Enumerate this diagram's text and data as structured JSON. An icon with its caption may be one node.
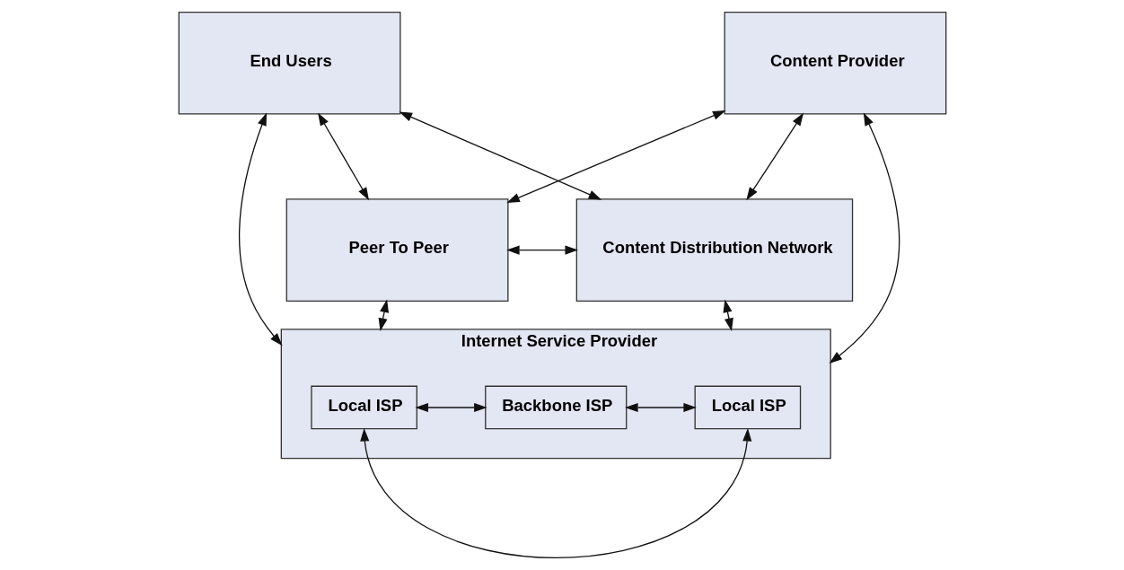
{
  "diagram": {
    "nodes": [
      {
        "text": [
          "End Users"
        ]
      },
      {
        "text": [
          "Content Provider"
        ]
      },
      {
        "text": [
          "Peer To Peer"
        ]
      },
      {
        "text": [
          "Content Distribution Network"
        ]
      },
      {
        "text": [
          "Internet Service Provider"
        ]
      },
      {
        "text": [
          "Local ISP"
        ],
        "in": 4
      },
      {
        "text": [
          "Backbone ISP"
        ],
        "in": 4
      },
      {
        "text": [
          "Local ISP"
        ],
        "in": 4
      }
    ],
    "edges": [
      {
        "from": 0,
        "to": 2,
        "arrow": "both"
      },
      {
        "from": 0,
        "to": 3,
        "arrow": "both"
      },
      {
        "from": 1,
        "to": 2,
        "arrow": "both"
      },
      {
        "from": 1,
        "to": 3,
        "arrow": "both"
      },
      {
        "from": 2,
        "to": 3,
        "arrow": "both"
      },
      {
        "from": 0,
        "to": 4,
        "arrow": "both"
      },
      {
        "from": 2,
        "to": 4,
        "arrow": "both"
      },
      {
        "from": 3,
        "to": 4,
        "arrow": "both"
      },
      {
        "from": 1,
        "to": 4,
        "arrow": "both"
      },
      {
        "from": 5,
        "to": 6,
        "arrow": "both"
      },
      {
        "from": 6,
        "to": 7,
        "arrow": "both"
      },
      {
        "from": 5,
        "to": 7,
        "arrow": "both"
      }
    ]
  }
}
